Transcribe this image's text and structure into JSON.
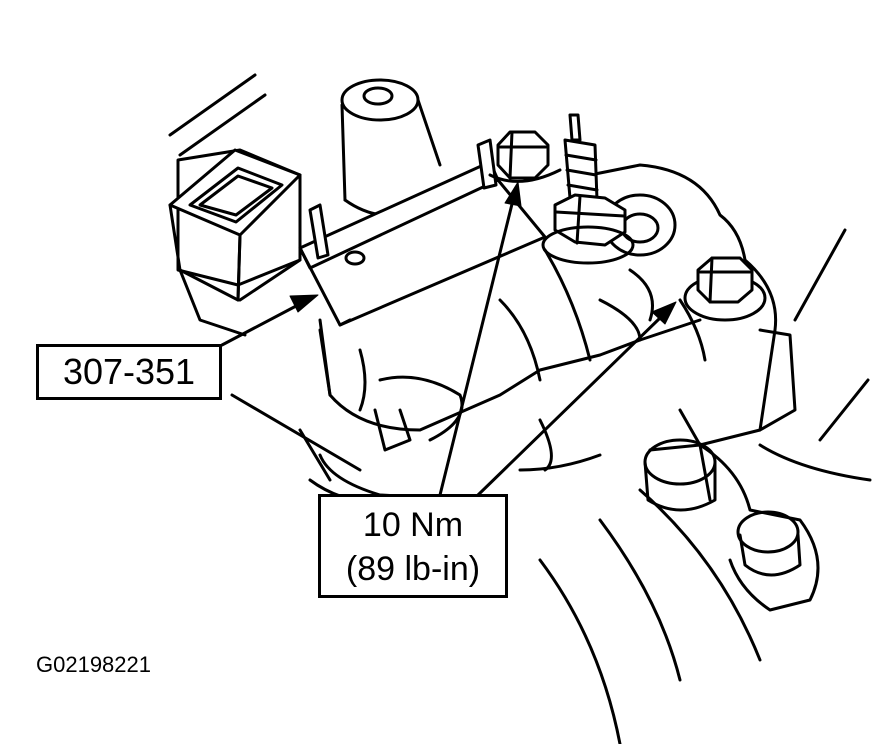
{
  "callouts": {
    "tool_number": "307-351",
    "torque_value": "10 Nm",
    "torque_imperial": "(89 lb-in)"
  },
  "figure_id": "G02198221",
  "colors": {
    "ink": "#000000",
    "paper": "#ffffff"
  }
}
